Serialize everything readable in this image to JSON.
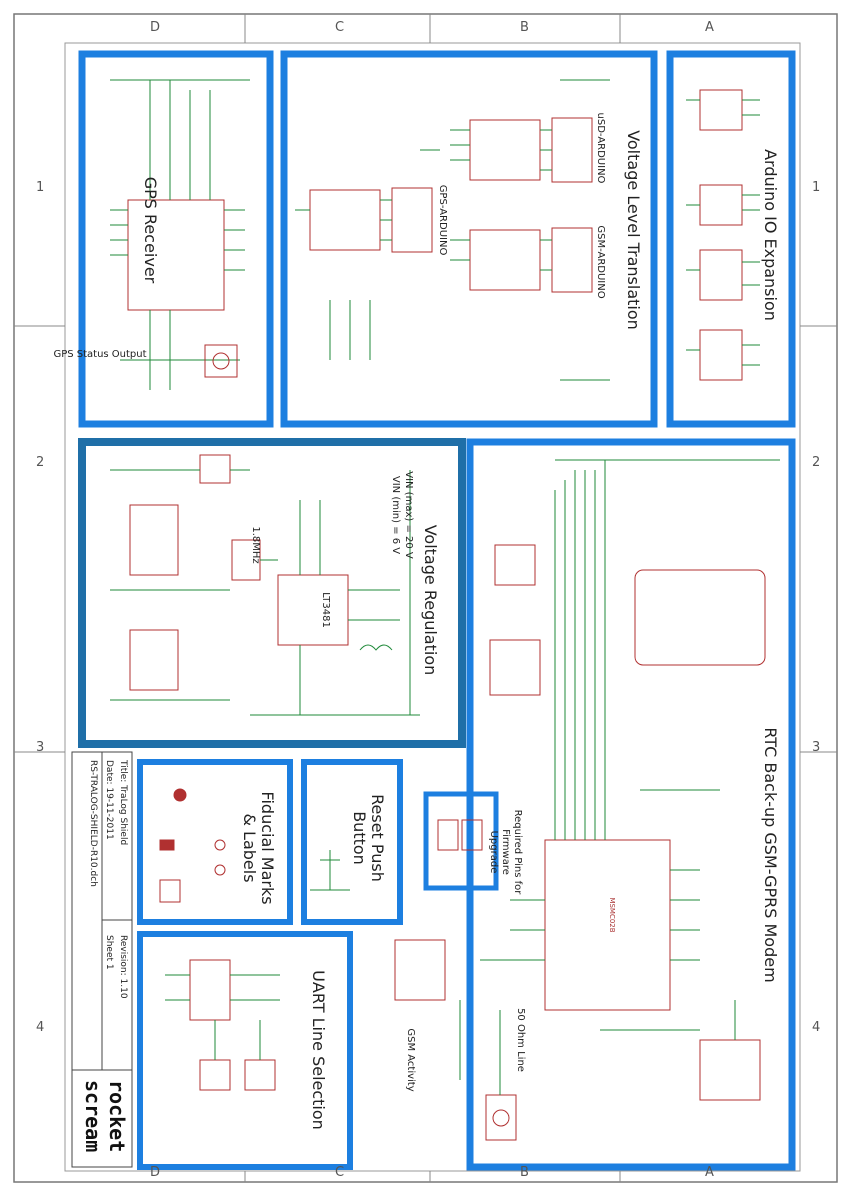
{
  "grid": {
    "top_letters": [
      "D",
      "C",
      "B",
      "A"
    ],
    "bottom_letters": [
      "D",
      "C",
      "B",
      "A"
    ],
    "numbers": [
      "1",
      "2",
      "3",
      "4"
    ]
  },
  "blocks": {
    "gps": {
      "title": "GPS Receiver",
      "note": "GPS Status Output"
    },
    "vlt": {
      "title": "Voltage Level Translation",
      "sub1": "uSD-ARDUINO",
      "sub2": "GSM-ARDUINO",
      "sub3": "GPS-ARDUINO"
    },
    "arduino": {
      "title": "Arduino IO Expansion"
    },
    "vreg": {
      "title": "Voltage Regulation",
      "vin_min": "VIN (min) = 6 V",
      "vin_max": "VIN (max) = 20 V",
      "ic": "LT3481",
      "freq": "1.8MHz"
    },
    "modem": {
      "title": "RTC Back-up  GSM-GPRS Modem",
      "note1": "Required Pins for Firmware Upgrade",
      "note2": "50 Ohm Line",
      "note3": "GSM Activity",
      "ic": "MSMC02B"
    },
    "reset": {
      "title": "Reset Push Button"
    },
    "fiducial": {
      "title": "Fiducial Marks & Labels"
    },
    "uart": {
      "title": "UART Line Selection"
    }
  },
  "title_block": {
    "title": "Title: TraLog Shield",
    "date": "Date: 19-11-2011",
    "file": "RS-TRALOG-SHIELD-R10.dch",
    "revision": "Revision: 1.10",
    "sheet": "Sheet 1",
    "logo_line1": "rocket",
    "logo_line2": "scream"
  },
  "colors": {
    "frame_blue": "#1d7fe0",
    "vreg_blue": "#1f6fa8",
    "wire_green": "#1f8a3a",
    "part_red": "#b03030"
  }
}
